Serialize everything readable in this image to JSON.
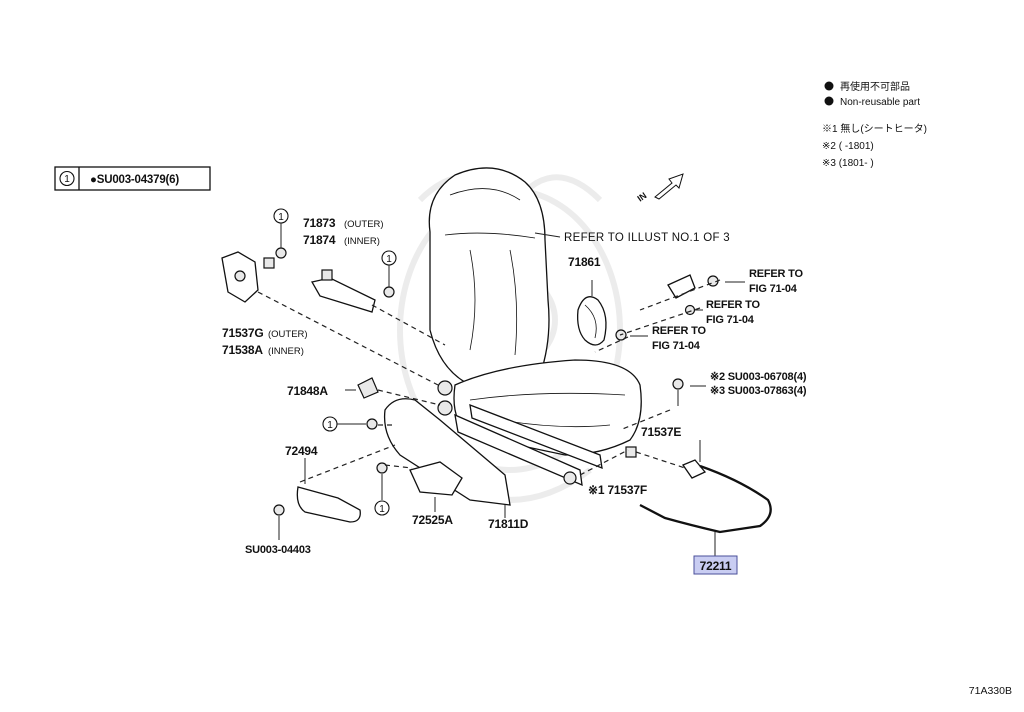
{
  "legend": {
    "jp_line": "再使用不可部品",
    "en_line": "Non-reusable part",
    "note1": "※1 無し(シートヒータ)",
    "note2": "※2 (      -1801)",
    "note3": "※3 (1801-      )"
  },
  "keybox": {
    "number": "1",
    "text": "●SU003-04379(6)"
  },
  "direction_label": "IN",
  "refs": {
    "illust": "REFER TO ILLUST NO.1 OF 3",
    "fig_a1": "REFER TO",
    "fig_a2": "FIG 71-04",
    "fig_b1": "REFER TO",
    "fig_b2": "FIG 71-04",
    "fig_c1": "REFER TO",
    "fig_c2": "FIG 71-04"
  },
  "parts": {
    "p71873": "71873",
    "p71873_sub": "(OUTER)",
    "p71874": "71874",
    "p71874_sub": "(INNER)",
    "p71537g": "71537G",
    "p71537g_sub": "(OUTER)",
    "p71538a": "71538A",
    "p71538a_sub": "(INNER)",
    "p71861": "71861",
    "p71848a": "71848A",
    "p72494": "72494",
    "p72525a": "72525A",
    "p71811d": "71811D",
    "p71537e": "71537E",
    "p71537f": "※1 71537F",
    "p72211": "72211",
    "su04403": "SU003-04403",
    "su06708": "※2 SU003-06708(4)",
    "su07863": "※3 SU003-07863(4)"
  },
  "callout_number": "1",
  "figure_code": "71A330B",
  "colors": {
    "highlight_fill": "#c9cdf2",
    "highlight_border": "#4a4f9a",
    "ink": "#111111"
  }
}
